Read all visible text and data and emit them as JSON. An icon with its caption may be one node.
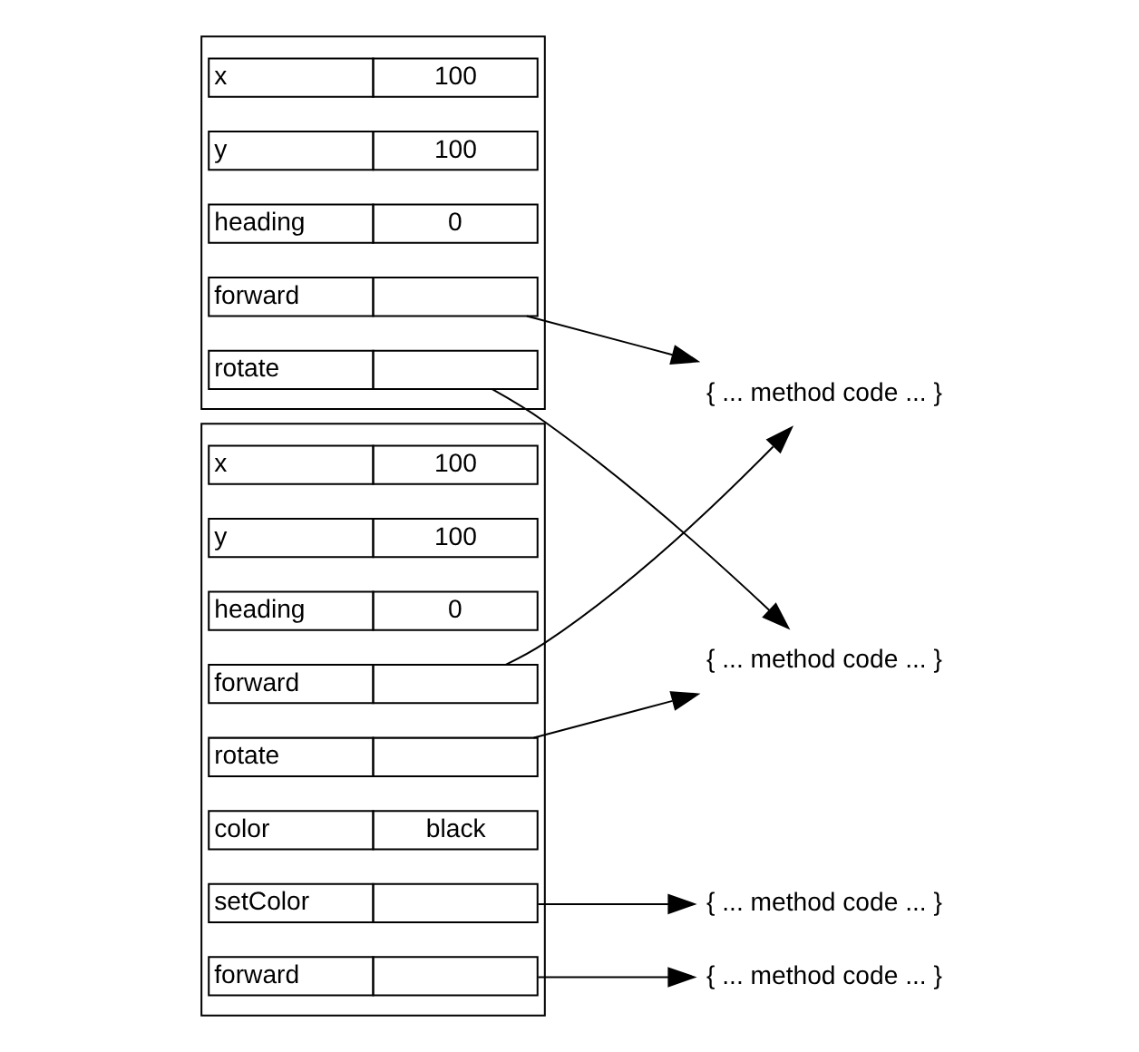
{
  "diagram": {
    "nodes": [
      {
        "text": [],
        "shape": "box"
      },
      {
        "text": [
          "x",
          "100"
        ],
        "in": 0
      },
      {
        "text": [
          "y",
          "100"
        ],
        "in": 0
      },
      {
        "text": [
          "heading",
          "0"
        ],
        "in": 0
      },
      {
        "text": [
          "forward"
        ],
        "in": 0
      },
      {
        "text": [
          "rotate"
        ],
        "in": 0
      },
      {
        "text": [
          "{ ... method code ... }"
        ]
      },
      {
        "text": [
          "{ ... method code ... }"
        ]
      },
      {
        "text": [],
        "shape": "box"
      },
      {
        "text": [
          "x",
          "100"
        ],
        "in": 8
      },
      {
        "text": [
          "y",
          "100"
        ],
        "in": 8
      },
      {
        "text": [
          "heading",
          "0"
        ],
        "in": 8
      },
      {
        "text": [
          "forward"
        ],
        "in": 8
      },
      {
        "text": [
          "rotate"
        ],
        "in": 8
      },
      {
        "text": [
          "color",
          "black"
        ],
        "in": 8
      },
      {
        "text": [
          "setColor"
        ],
        "in": 8
      },
      {
        "text": [
          "forward"
        ],
        "in": 8
      },
      {
        "text": [
          "{ ... method code ... }"
        ]
      },
      {
        "text": [
          "{ ... method code ... }"
        ]
      }
    ],
    "edges": [
      {
        "from": 4,
        "to": 6,
        "arrow": "to"
      },
      {
        "from": 5,
        "to": 7,
        "arrow": "to"
      },
      {
        "from": 12,
        "to": 6,
        "arrow": "to"
      },
      {
        "from": 13,
        "to": 7,
        "arrow": "to"
      },
      {
        "from": 15,
        "to": 17,
        "arrow": "to"
      },
      {
        "from": 16,
        "to": 18,
        "arrow": "to"
      }
    ]
  }
}
